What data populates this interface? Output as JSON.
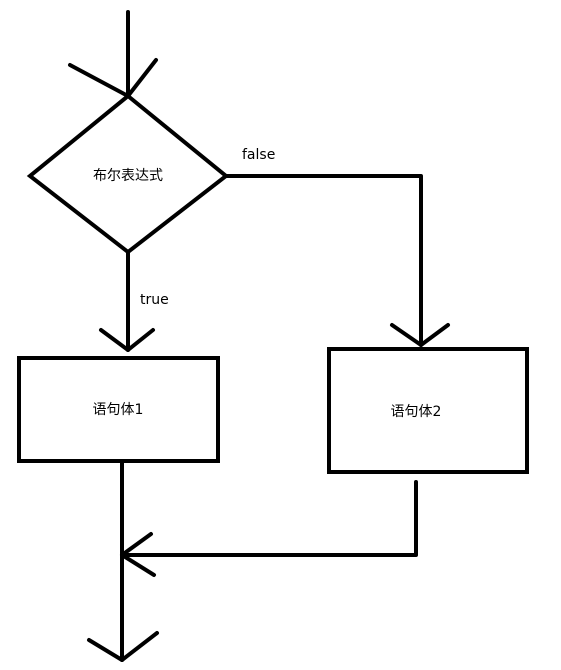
{
  "diagram": {
    "condition": {
      "label": "布尔表达式"
    },
    "branches": {
      "true_label": "true",
      "false_label": "false"
    },
    "statements": {
      "left": "语句体1",
      "right": "语句体2"
    },
    "colors": {
      "stroke": "#000000",
      "background": "#ffffff"
    }
  }
}
